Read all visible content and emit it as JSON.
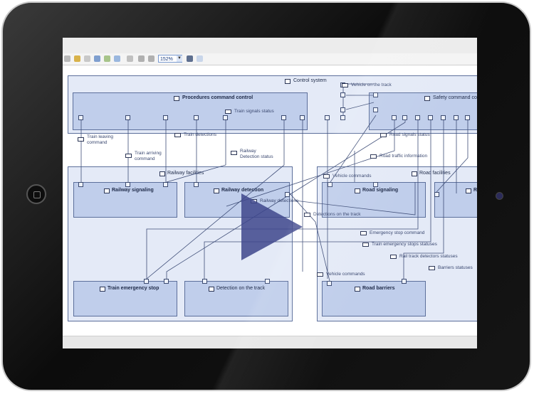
{
  "toolbar": {
    "zoom_value": "152%"
  },
  "diagram": {
    "containers": {
      "control_system": "Control system",
      "procedures": "Procedures command control",
      "safety": "Safety command co",
      "railway_facilities": "Railway facilities",
      "road_facilities": "Road facilities"
    },
    "blocks": {
      "railway_signaling": "Railway signaling",
      "railway_detection": "Railway detection",
      "road_signaling": "Road signaling",
      "road_partial": "R",
      "train_emergency_stop": "Train emergency stop",
      "detection_on_track": "Detection on the track",
      "road_barriers": "Road barriers"
    },
    "links": {
      "vehicle_on_track": "Vehicle on the track",
      "train_signals_status": "Train signals status",
      "train_leaving_command": "Train leaving\ncommand",
      "train_detections": "Train detections",
      "train_arriving_command": "Train arriving\ncommand",
      "railway_detection_status": "Railway\nDetection status",
      "road_signals_status": "Road signals status",
      "road_traffic_information": "Road traffic information",
      "vehicle_commands_top": "Vehicle commands",
      "railway_detections": "Railway detections",
      "detections_on_track": "Detections on the track",
      "emergency_stop_command": "Emergency stop command",
      "train_emergency_stops_statuses": "Train emergency stops statuses",
      "rail_track_detectors_statuses": "Rail track detectors statuses",
      "barriers_statuses": "Barriers statuses",
      "vehicle_commands_bottom": "Vehicle commands"
    }
  }
}
